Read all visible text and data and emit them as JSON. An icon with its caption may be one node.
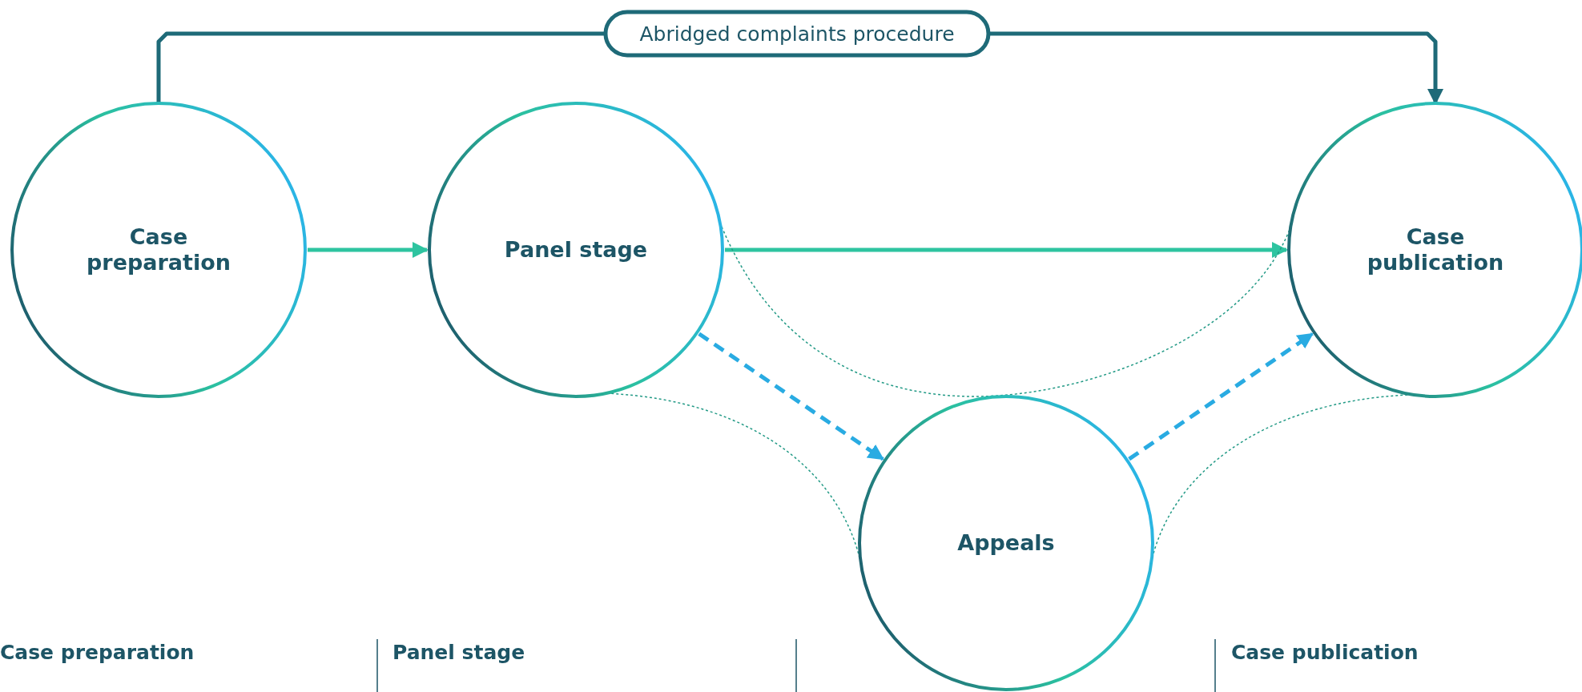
{
  "diagram": {
    "nodes": [
      {
        "text": [
          "Case preparation"
        ]
      },
      {
        "text": [
          "Panel stage"
        ]
      },
      {
        "text": [
          "Appeals"
        ]
      },
      {
        "text": [
          "Case publication"
        ]
      }
    ],
    "edges": [
      {
        "from": 0,
        "to": 3,
        "arrow": "to",
        "label": "Abridged complaints procedure",
        "color": "#1e6a78"
      },
      {
        "from": 0,
        "to": 1,
        "arrow": "to"
      },
      {
        "from": 1,
        "to": 3,
        "arrow": "to"
      },
      {
        "from": 1,
        "to": 2,
        "arrow": "to",
        "style": "dashed",
        "color": "#29abe2"
      },
      {
        "from": 2,
        "to": 3,
        "arrow": "to",
        "style": "dashed",
        "color": "#29abe2"
      },
      {
        "from": 1,
        "to": 3,
        "arrow": "none",
        "style": "dashed",
        "color": "#239a86"
      },
      {
        "from": 1,
        "to": 2,
        "arrow": "none",
        "style": "dashed",
        "color": "#239a86"
      },
      {
        "from": 3,
        "to": 2,
        "arrow": "none",
        "style": "dashed",
        "color": "#239a86"
      }
    ],
    "labels": [
      "Case preparation",
      "Panel stage",
      "Case publication"
    ]
  }
}
